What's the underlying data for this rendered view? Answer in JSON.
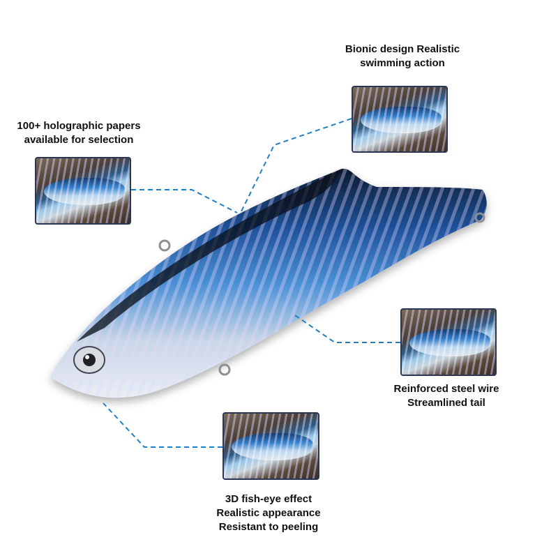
{
  "callouts": {
    "holographic": [
      "100+ holographic papers",
      "available for selection"
    ],
    "bionic": [
      "Bionic design Realistic",
      "swimming action"
    ],
    "steel": [
      "Reinforced steel wire",
      "Streamlined tail"
    ],
    "eye": [
      "3D fish-eye effect",
      "Realistic appearance",
      "Resistant to peeling"
    ]
  },
  "colors": {
    "leader_line": "#1f7fc4",
    "photo_border": "#2b3654",
    "lure_blue": "#1e5fb0"
  }
}
